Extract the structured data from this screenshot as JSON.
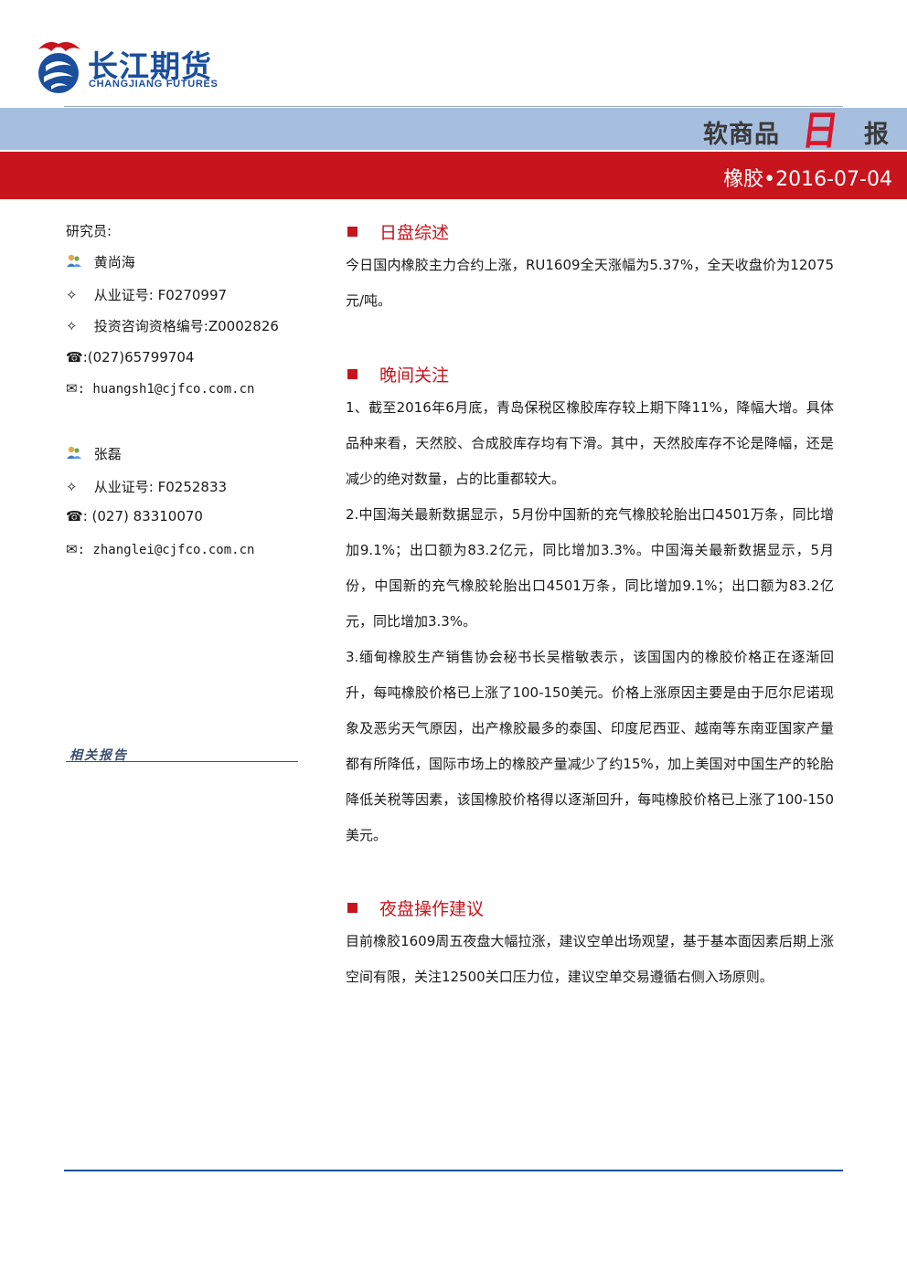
{
  "header": {
    "logo_cn": "长江期货",
    "logo_en": "CHANGJIANG FUTURES",
    "band_word1": "软商品",
    "band_ri": "日",
    "band_word2": "报",
    "subject_line": "橡胶•2016-07-04"
  },
  "researchers": {
    "label": "研究员:",
    "people": [
      {
        "name": "黄尚海",
        "license": "从业证号: F0270997",
        "consult": "投资咨询资格编号:Z0002826",
        "phone": ":(027)65799704",
        "email": ": huangsh1@cjfco.com.cn"
      },
      {
        "name": "张磊",
        "license": "从业证号: F0252833",
        "phone": ": (027) 83310070",
        "email": ": zhanglei@cjfco.com.cn"
      }
    ],
    "related": "相关报告"
  },
  "sections": [
    {
      "title": "日盘综述",
      "paragraphs": [
        "今日国内橡胶主力合约上涨，RU1609全天涨幅为5.37%，全天收盘价为12075元/吨。"
      ]
    },
    {
      "title": "晚间关注",
      "paragraphs": [
        "1、截至2016年6月底，青岛保税区橡胶库存较上期下降11%，降幅大增。具体品种来看，天然胶、合成胶库存均有下滑。其中，天然胶库存不论是降幅，还是减少的绝对数量，占的比重都较大。",
        "2.中国海关最新数据显示，5月份中国新的充气橡胶轮胎出口4501万条，同比增加9.1%；出口额为83.2亿元，同比增加3.3%。中国海关最新数据显示，5月份，中国新的充气橡胶轮胎出口4501万条，同比增加9.1%；出口额为83.2亿元，同比增加3.3%。",
        "3.缅甸橡胶生产销售协会秘书长吴楷敏表示，该国国内的橡胶价格正在逐渐回升，每吨橡胶价格已上涨了100-150美元。价格上涨原因主要是由于厄尔尼诺现象及恶劣天气原因，出产橡胶最多的泰国、印度尼西亚、越南等东南亚国家产量都有所降低，国际市场上的橡胶产量减少了约15%，加上美国对中国生产的轮胎降低关税等因素，该国橡胶价格得以逐渐回升，每吨橡胶价格已上涨了100-150美元。"
      ]
    },
    {
      "title": "夜盘操作建议",
      "paragraphs": [
        "目前橡胶1609周五夜盘大幅拉涨，建议空单出场观望，基于基本面因素后期上涨空间有限，关注12500关口压力位，建议空单交易遵循右侧入场原则。"
      ]
    }
  ],
  "colors": {
    "brand_blue": "#1b4f9c",
    "band_blue": "#a7bfdf",
    "red": "#c8141c"
  },
  "icons": [
    "logo-emblem-icon",
    "person-icon",
    "diamond-icon",
    "phone-icon",
    "mail-icon",
    "bullet-square-icon"
  ]
}
